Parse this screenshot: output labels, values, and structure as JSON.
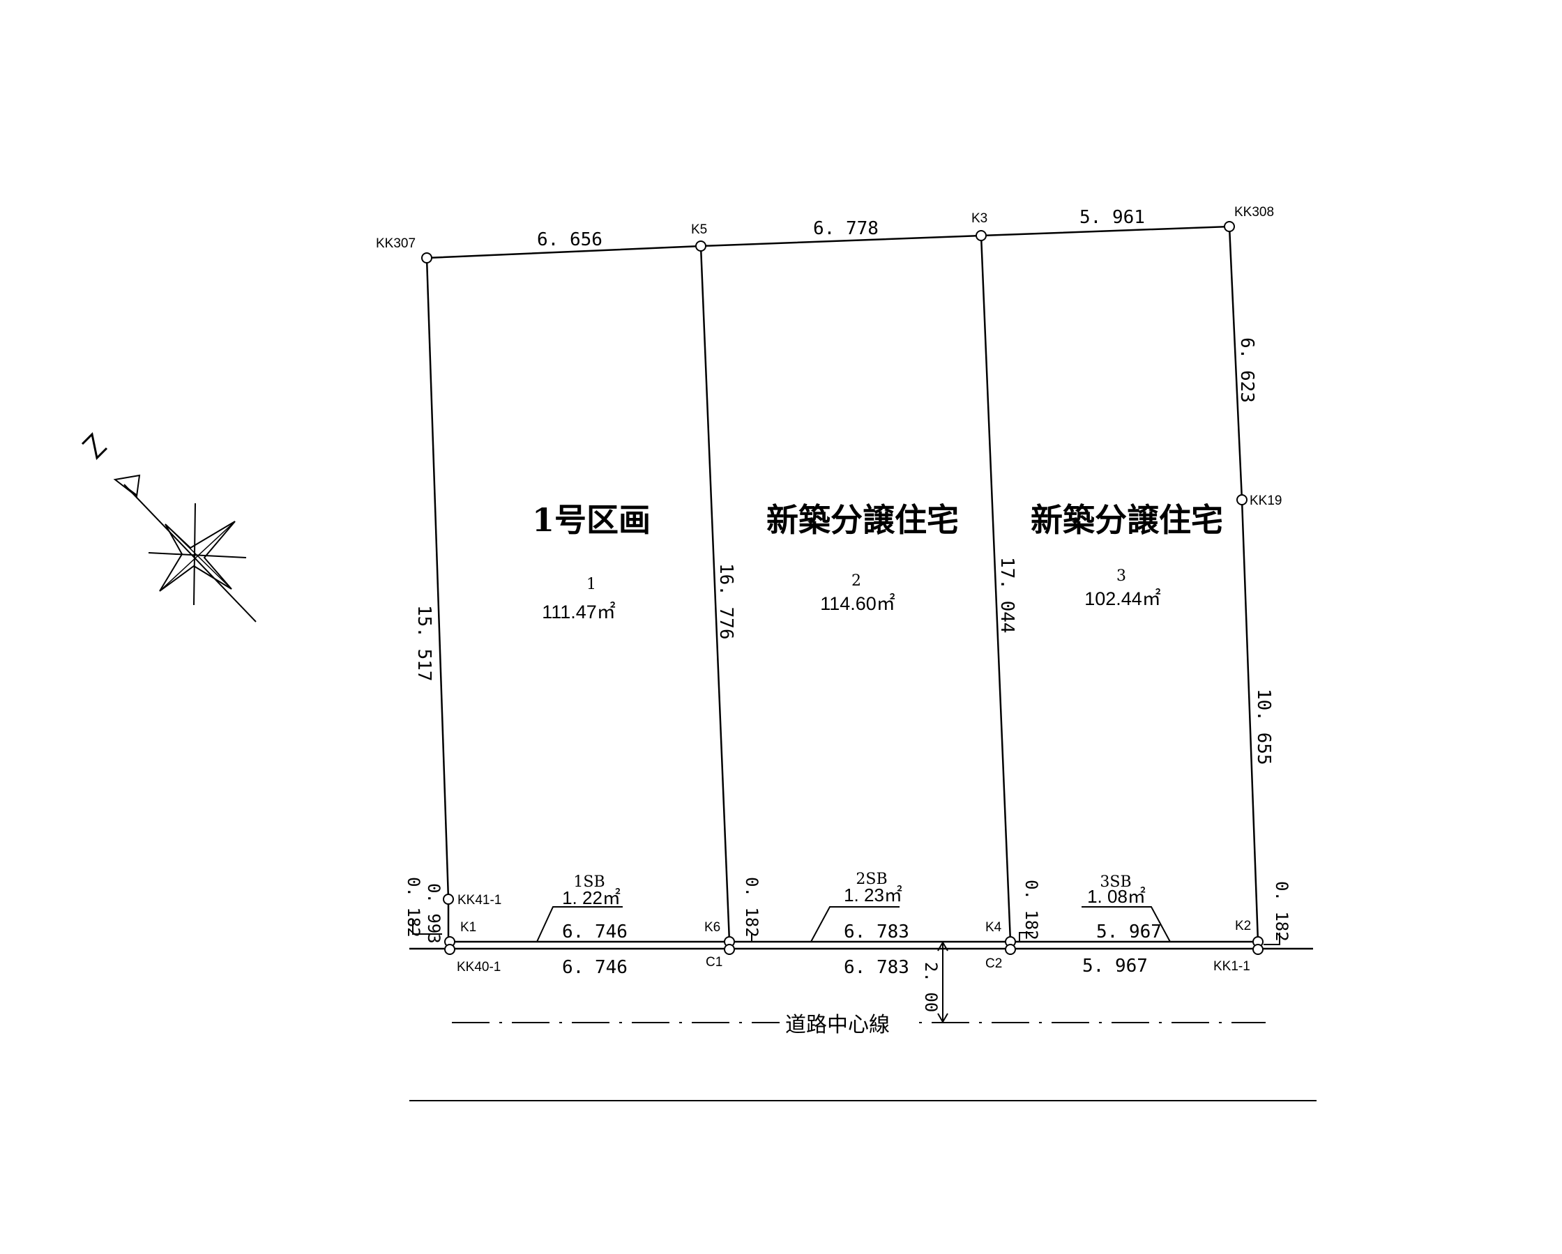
{
  "survey_plan": {
    "lots": [
      {
        "title": "1号区画",
        "number": "1",
        "area": "111.47㎡"
      },
      {
        "title": "新築分譲住宅",
        "number": "2",
        "area": "114.60㎡"
      },
      {
        "title": "新築分譲住宅",
        "number": "3",
        "area": "102.44㎡"
      }
    ],
    "points": {
      "kk307": "KK307",
      "k5": "K5",
      "k3": "K3",
      "kk308": "KK308",
      "kk19": "KK19",
      "kk41_1": "KK41-1",
      "k1": "K1",
      "kk40_1": "KK40-1",
      "k6": "K6",
      "c1": "C1",
      "k4": "K4",
      "c2": "C2",
      "k2": "K2",
      "kk1_1": "KK1-1"
    },
    "dimensions": {
      "top_1": "6. 656",
      "top_2": "6. 778",
      "top_3": "5. 961",
      "left": "15. 517",
      "div_1": "16. 776",
      "div_2": "17. 044",
      "right_upper": "6. 623",
      "right_lower": "10. 655",
      "front_1": "6. 746",
      "front_2": "6. 783",
      "front_3": "5. 967",
      "road_1": "6. 746",
      "road_2": "6. 783",
      "road_3": "5. 967",
      "offset_kk41": "0. 993",
      "setback_w_left": "0. 182",
      "setback_w_k6": "0. 182",
      "setback_w_k4": "0. 182",
      "setback_w_right": "0. 182",
      "road_half": "2. 00"
    },
    "setbacks": [
      {
        "label": "1SB",
        "area": "1. 22㎡"
      },
      {
        "label": "2SB",
        "area": "1. 23㎡"
      },
      {
        "label": "3SB",
        "area": "1. 08㎡"
      }
    ],
    "road_center_label": "道路中心線"
  }
}
